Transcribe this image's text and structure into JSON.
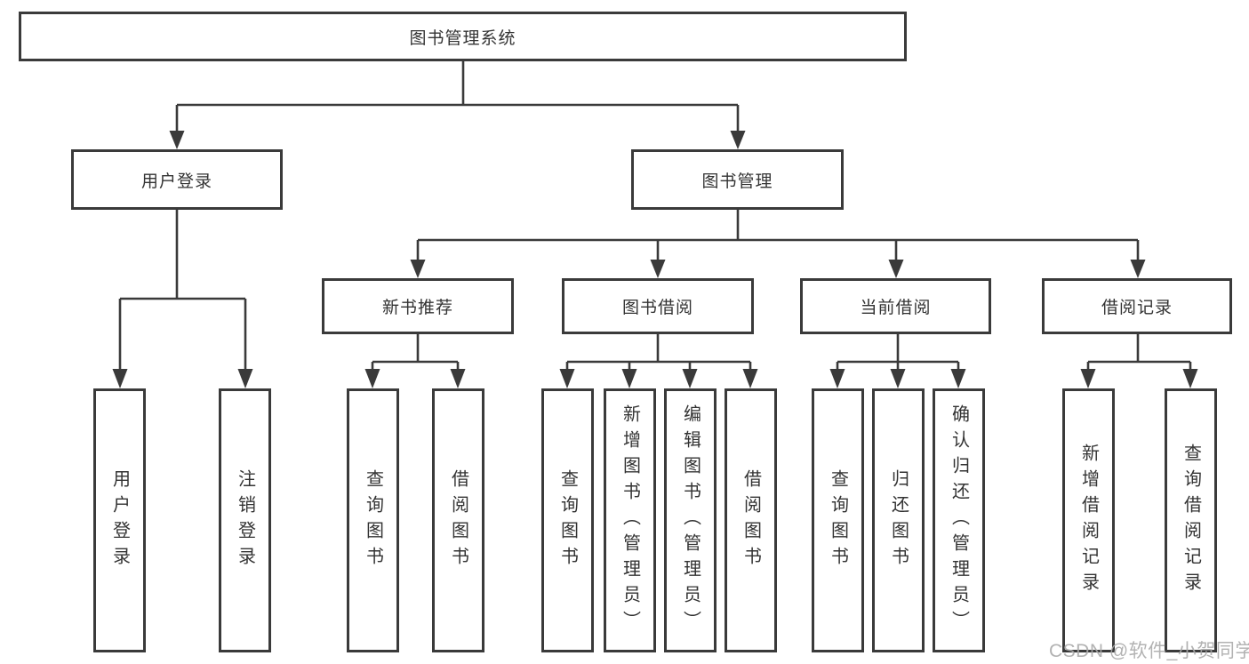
{
  "diagram": {
    "title": "图书管理系统",
    "root": "图书管理系统",
    "level2": {
      "user_login": "用户登录",
      "book_mgmt": "图书管理"
    },
    "level3": {
      "new_books": "新书推荐",
      "book_borrow": "图书借阅",
      "current_borrow": "当前借阅",
      "borrow_records": "借阅记录"
    },
    "leaves": {
      "user_login": [
        "用户登录",
        "注销登录"
      ],
      "new_books": [
        "查询图书",
        "借阅图书"
      ],
      "book_borrow": [
        "查询图书",
        "新增图书（管理员）",
        "编辑图书（管理员）",
        "借阅图书"
      ],
      "current_borrow": [
        "查询图书",
        "归还图书",
        "确认归还（管理员）"
      ],
      "borrow_records": [
        "新增借阅记录",
        "查询借阅记录"
      ]
    }
  },
  "watermark": "CSDN @软件_小贺同学",
  "colors": {
    "line": "#3a3a3a",
    "text": "#333333",
    "watermark": "#aaaaaa",
    "background": "#ffffff"
  }
}
